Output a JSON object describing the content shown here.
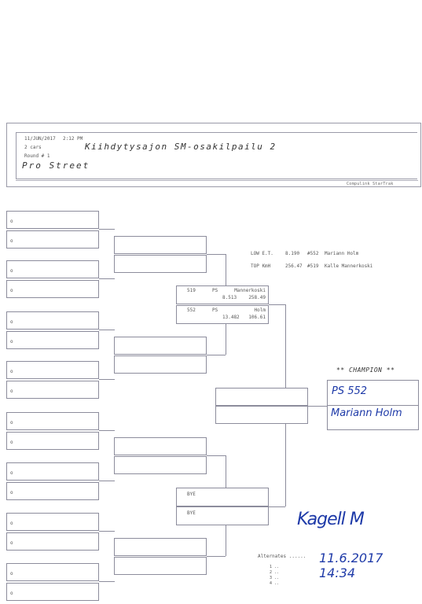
{
  "header": {
    "date": "11/JUN/2017",
    "time": "2:12 PM",
    "cars": "2 cars",
    "round": "Round # 1",
    "event_title": "Kiihdytysajon SM-osakilpailu 2",
    "class_name": "Pro Street",
    "credit": "Compulink  StarTrak"
  },
  "records": {
    "low_et": {
      "label": "LOW E.T.",
      "value": "8.190",
      "car": "#552",
      "driver": "Mariann Holm"
    },
    "top_speed": {
      "label": "TOP KmH",
      "value": "256.47",
      "car": "#519",
      "driver": "Kalle Mannerkoski"
    }
  },
  "round1_slot_marker": "o",
  "semifinal_1": {
    "top": {
      "car": "519",
      "class": "PS",
      "name": "Mannerkoski",
      "et": "8.513",
      "speed": "258.49"
    },
    "bottom": {
      "car": "552",
      "class": "PS",
      "name": "Holm",
      "et": "13.482",
      "speed": "106.61"
    }
  },
  "semifinal_2": {
    "top": "BYE",
    "bottom": "BYE"
  },
  "champion": {
    "title": "** CHAMPION **",
    "car": "PS 552",
    "driver": "Mariann Holm"
  },
  "alternates": {
    "label": "Alternates ......",
    "entries": [
      "1 ..",
      "2 ..",
      "3 ..",
      "4 .."
    ]
  },
  "handwritten": {
    "signature": "Kagell M",
    "datetime": "11.6.2017  14:34"
  }
}
